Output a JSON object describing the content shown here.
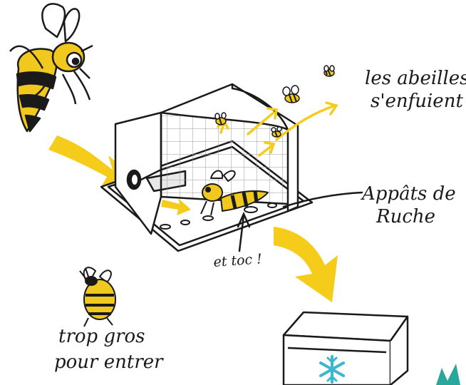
{
  "labels": {
    "bees_escape_line1": "les abeilles",
    "bees_escape_line2": "s'enfuient",
    "bait_line1": "Appâts de",
    "bait_line2": "Ruche",
    "trap_snap": "et toc !",
    "too_big_line1": "trop gros",
    "too_big_line2": "pour entrer"
  },
  "colors": {
    "arrow_yellow": "#f5cc1a",
    "hornet_yellow": "#f0c81e",
    "outline": "#1a1a1a",
    "snowflake": "#3bb6cf",
    "corner_teal": "#2aa79b"
  },
  "icons": {
    "freezer": "snowflake-icon"
  }
}
